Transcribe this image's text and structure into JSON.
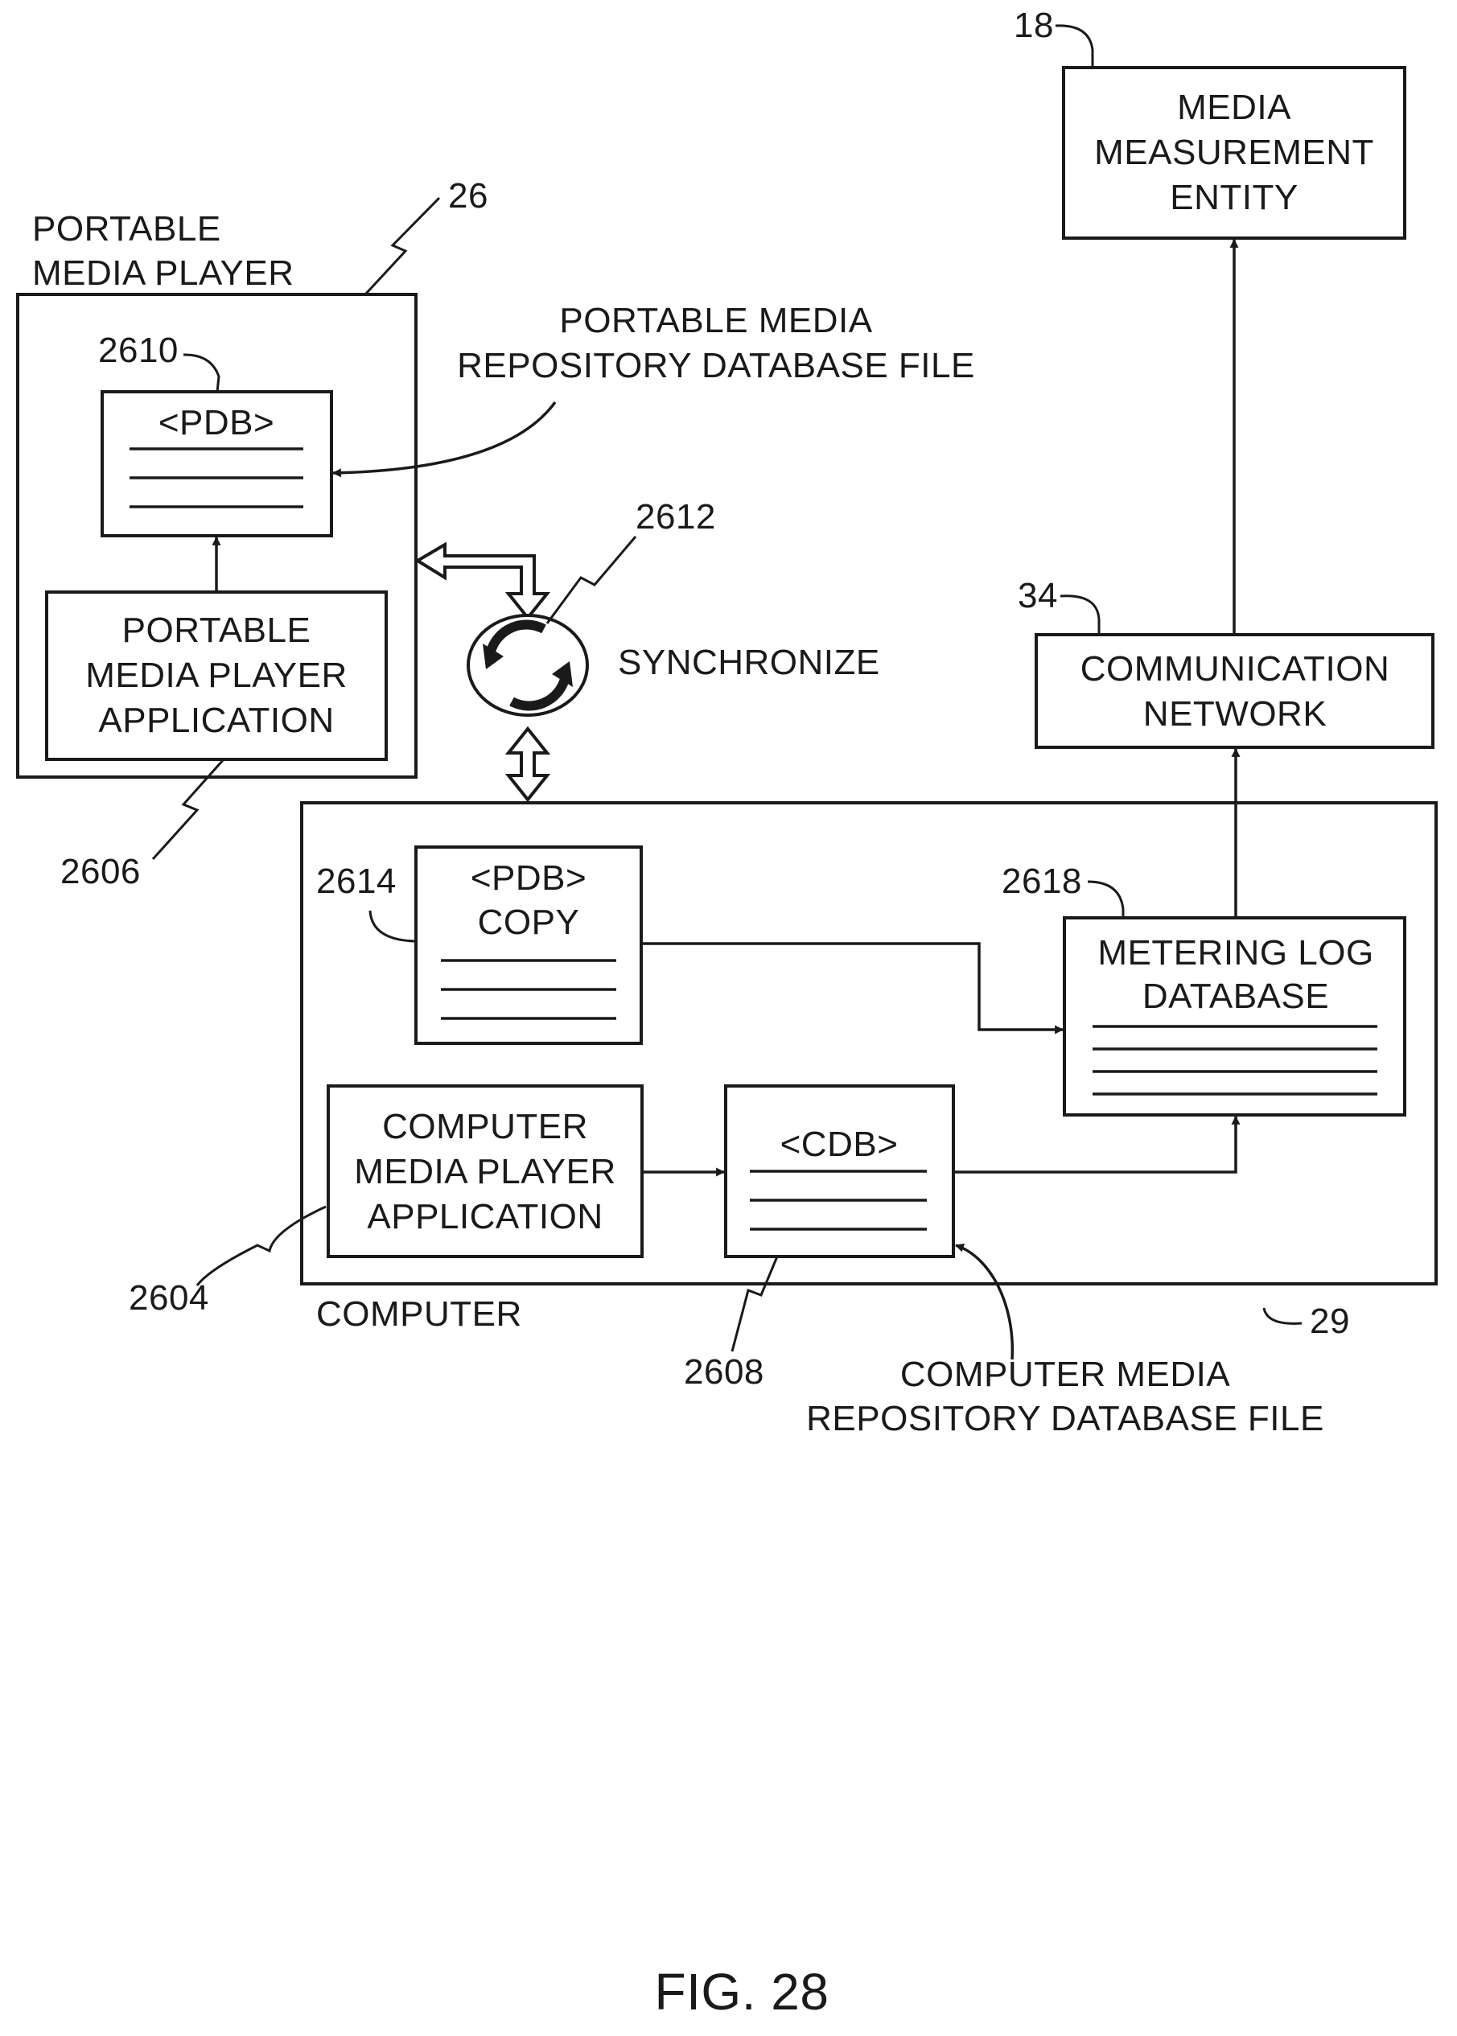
{
  "figure": {
    "caption": "FIG. 28"
  },
  "portable_media_player": {
    "ref": "26",
    "title_lines": [
      "PORTABLE",
      "MEDIA PLAYER"
    ],
    "pdb": {
      "ref": "2610",
      "label": "<PDB>"
    },
    "pdb_callout_lines": [
      "PORTABLE MEDIA",
      "REPOSITORY DATABASE FILE"
    ],
    "application": {
      "ref": "2606",
      "lines": [
        "PORTABLE",
        "MEDIA PLAYER",
        "APPLICATION"
      ]
    }
  },
  "synchronize": {
    "ref": "2612",
    "label": "SYNCHRONIZE",
    "icon": "sync-icon"
  },
  "computer": {
    "ref": "29",
    "title": "COMPUTER",
    "pdb_copy": {
      "ref": "2614",
      "lines": [
        "<PDB>",
        "COPY"
      ]
    },
    "application": {
      "ref": "2604",
      "lines": [
        "COMPUTER",
        "MEDIA PLAYER",
        "APPLICATION"
      ]
    },
    "cdb": {
      "ref": "2608",
      "label": "<CDB>"
    },
    "cdb_callout_lines": [
      "COMPUTER MEDIA",
      "REPOSITORY DATABASE FILE"
    ],
    "metering_log": {
      "ref": "2618",
      "lines": [
        "METERING LOG",
        "DATABASE"
      ]
    }
  },
  "communication_network": {
    "ref": "34",
    "lines": [
      "COMMUNICATION",
      "NETWORK"
    ]
  },
  "media_measurement_entity": {
    "ref": "18",
    "lines": [
      "MEDIA",
      "MEASUREMENT",
      "ENTITY"
    ]
  }
}
